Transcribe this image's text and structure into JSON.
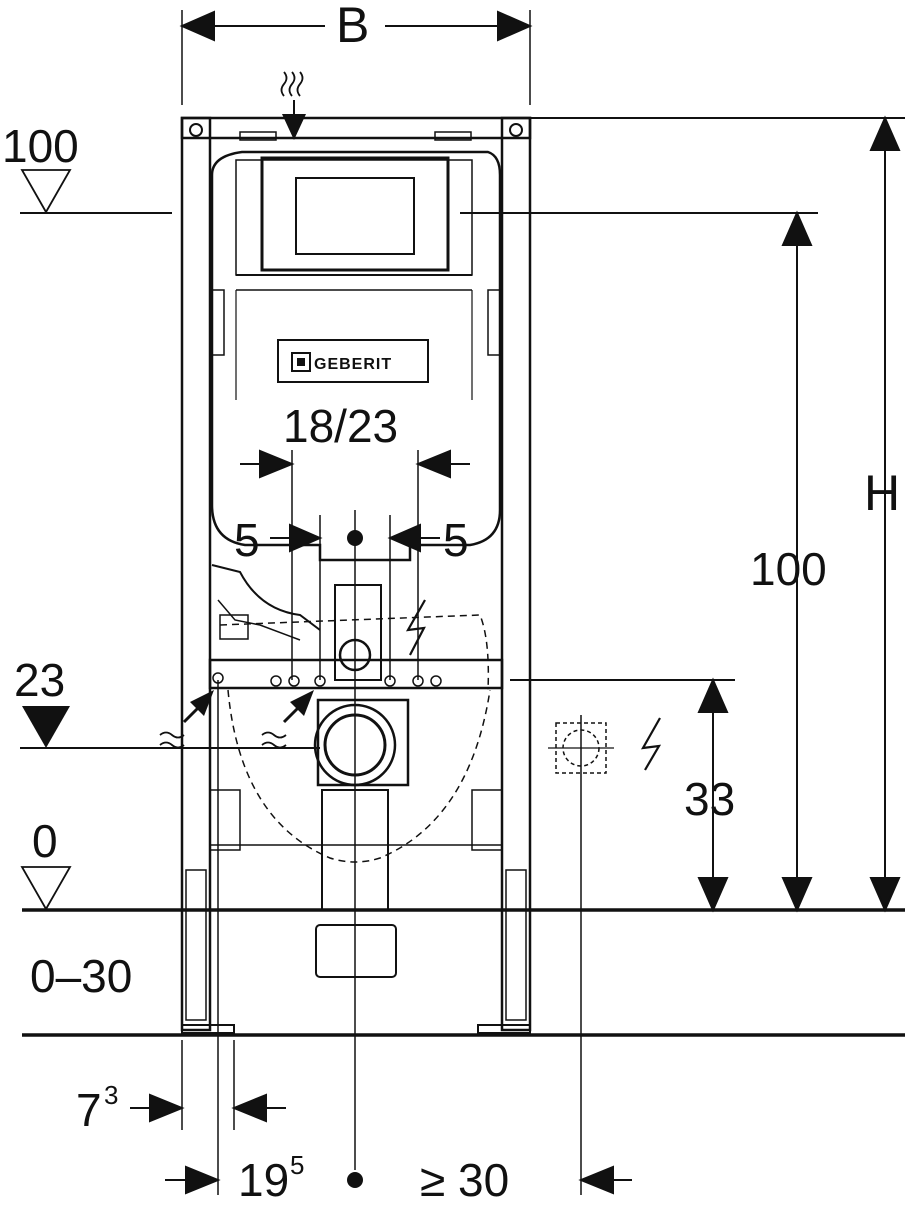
{
  "diagram": {
    "brand": "GEBERIT",
    "dimensions": {
      "width_label": "B",
      "height_label": "H",
      "level_top": "100",
      "level_mid": "23",
      "level_floor": "0",
      "floor_range": "0–30",
      "cistern_height": "100",
      "drain_height": "33",
      "flush_spacing": "18/23",
      "offset_left": "5",
      "offset_right": "5",
      "foot_offset_base": "7",
      "foot_offset_exp": "3",
      "supply_offset_base": "19",
      "supply_offset_exp": "5",
      "min_clearance": "≥ 30"
    }
  }
}
